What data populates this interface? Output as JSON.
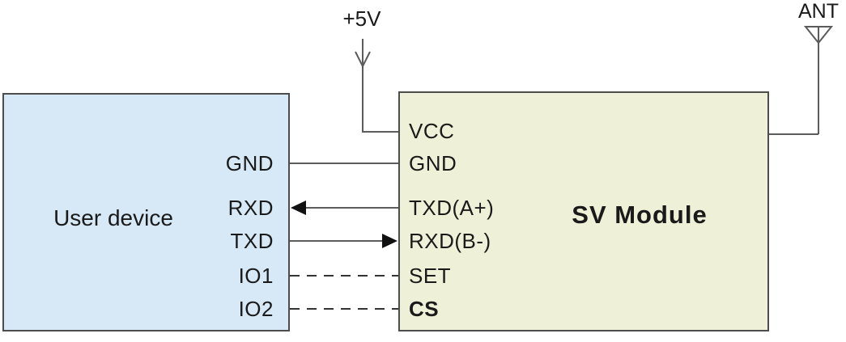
{
  "power": {
    "label": "+5V"
  },
  "antenna": {
    "label": "ANT"
  },
  "user_device": {
    "title": "User device",
    "pins": {
      "gnd": "GND",
      "rxd": "RXD",
      "txd": "TXD",
      "io1": "IO1",
      "io2": "IO2"
    }
  },
  "sv_module": {
    "title": "SV Module",
    "pins": {
      "vcc": "VCC",
      "gnd": "GND",
      "txd": "TXD(A+)",
      "rxd": "RXD(B-)",
      "set": "SET",
      "cs": "CS"
    }
  },
  "connections": [
    {
      "from": "+5V",
      "to": "VCC",
      "style": "solid",
      "arrow": "down-into-vcc"
    },
    {
      "from": "GND",
      "to": "GND",
      "style": "solid",
      "arrow": "none"
    },
    {
      "from": "TXD(A+)",
      "to": "RXD",
      "style": "solid",
      "arrow": "to-user-device"
    },
    {
      "from": "TXD",
      "to": "RXD(B-)",
      "style": "solid",
      "arrow": "to-sv-module"
    },
    {
      "from": "IO1",
      "to": "SET",
      "style": "dashed",
      "arrow": "none"
    },
    {
      "from": "IO2",
      "to": "CS",
      "style": "dashed",
      "arrow": "none"
    },
    {
      "from": "SV Module",
      "to": "ANT",
      "style": "solid",
      "arrow": "none"
    }
  ],
  "colors": {
    "user_device_fill": "#d7e9f7",
    "sv_module_fill": "#eef1d8",
    "border": "#4d4d4d",
    "wire": "#5c5c5c",
    "dash": "#333333",
    "arrow": "#111111",
    "text": "#1a1a1a"
  }
}
